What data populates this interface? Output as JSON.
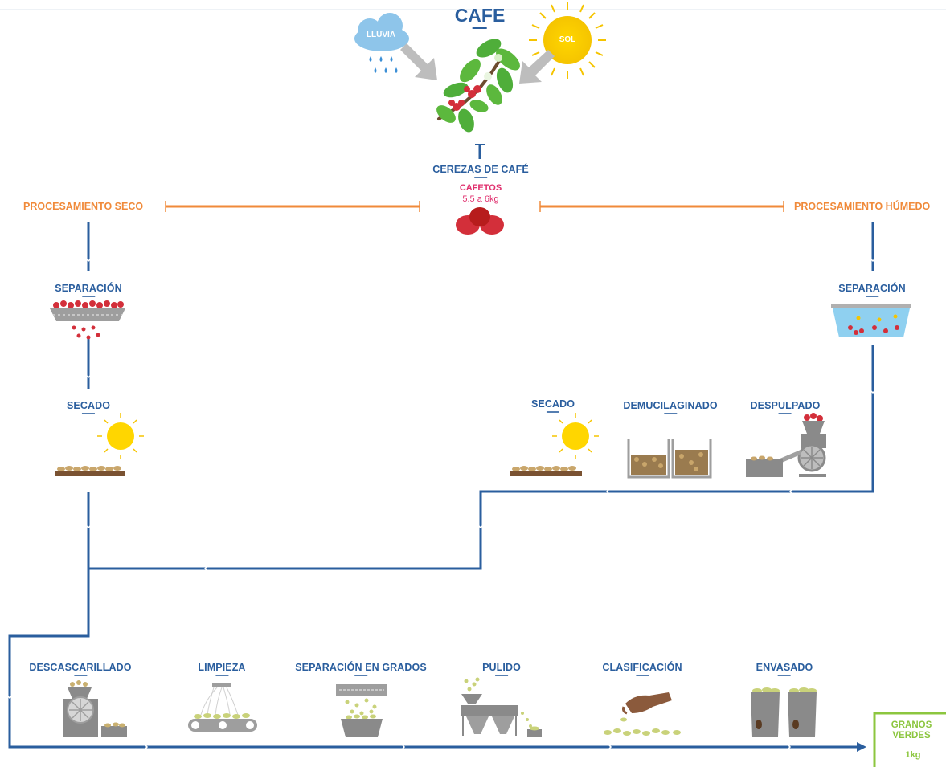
{
  "title": "CAFE",
  "weather": {
    "rain": "LLUVIA",
    "sun": "SOL"
  },
  "cherries": {
    "label": "CEREZAS DE CAFÉ",
    "trees_label": "CAFETOS",
    "trees_yield": "5.5 a 6kg"
  },
  "dry_process": {
    "label": "PROCESAMIENTO SECO",
    "steps": [
      "SEPARACIÓN",
      "SECADO"
    ]
  },
  "wet_process": {
    "label": "PROCESAMIENTO HÚMEDO",
    "steps": [
      "SEPARACIÓN",
      "DESPULPADO",
      "DEMUCILAGINADO",
      "SECADO"
    ]
  },
  "final_steps": [
    "DESCASCARILLADO",
    "LIMPIEZA",
    "SEPARACIÓN EN GRADOS",
    "PULIDO",
    "CLASIFICACIÓN",
    "ENVASADO"
  ],
  "output": {
    "label_line1": "GRANOS",
    "label_line2": "VERDES",
    "amount": "1kg"
  },
  "colors": {
    "flow": "#2a5e9e",
    "process": "#f08a3a",
    "accent": "#e0306e",
    "output": "#8cc63f",
    "machine": "#8a8a8a"
  }
}
